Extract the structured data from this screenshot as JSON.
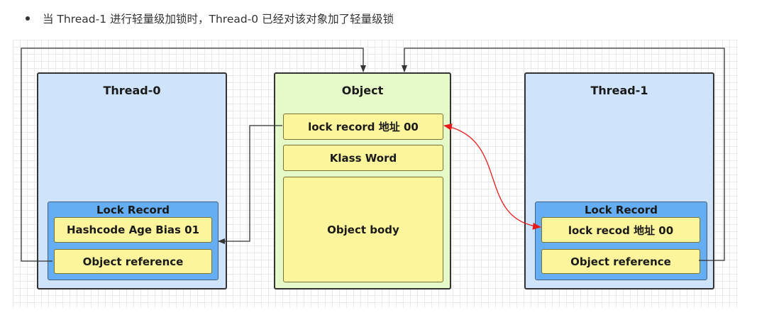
{
  "caption": "当 Thread-1 进行轻量级加锁时，Thread-0 已经对该对象加了轻量级锁",
  "thread0": {
    "title": "Thread-0",
    "lock_record": {
      "title": "Lock Record",
      "field1": "Hashcode Age Bias 01",
      "field2": "Object reference"
    }
  },
  "object": {
    "title": "Object",
    "mark_word": "lock  record 地址 00",
    "klass_word": "Klass Word",
    "body": "Object body"
  },
  "thread1": {
    "title": "Thread-1",
    "lock_record": {
      "title": "Lock Record",
      "field1": "lock recod 地址 00",
      "field2": "Object reference"
    }
  },
  "colors": {
    "thread_fill": "#cfe3fb",
    "object_fill": "#e6f9c9",
    "lock_record_fill": "#66aef3",
    "cell_fill": "#fdf59c",
    "connector": "#333333",
    "cas_arrow": "#e81a1a"
  }
}
